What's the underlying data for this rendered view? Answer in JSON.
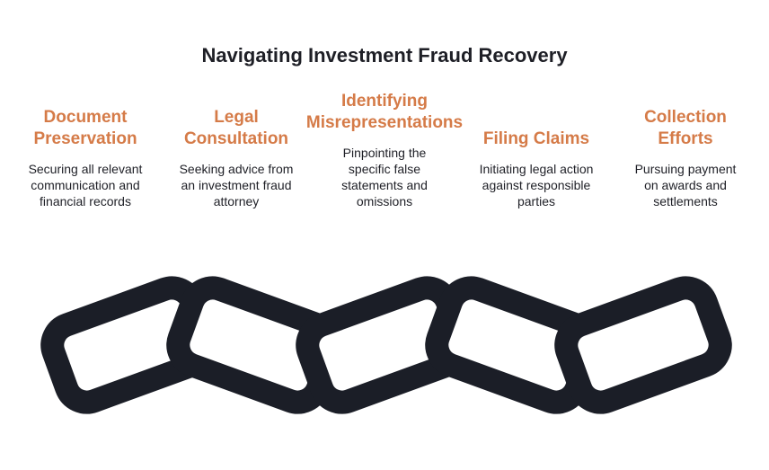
{
  "title": "Navigating Investment Fraud Recovery",
  "steps": [
    {
      "title_lines": [
        "Document",
        "Preservation"
      ],
      "desc_lines": [
        "Securing all relevant",
        "communication and",
        "financial records"
      ]
    },
    {
      "title_lines": [
        "Legal",
        "Consultation"
      ],
      "desc_lines": [
        "Seeking advice from",
        "an investment fraud",
        "attorney"
      ]
    },
    {
      "title_lines": [
        "Identifying",
        "Misrepresentations"
      ],
      "desc_lines": [
        "Pinpointing the",
        "specific false",
        "statements and",
        "omissions"
      ]
    },
    {
      "title_lines": [
        "Filing Claims"
      ],
      "desc_lines": [
        "Initiating legal action",
        "against responsible",
        "parties"
      ]
    },
    {
      "title_lines": [
        "Collection",
        "Efforts"
      ],
      "desc_lines": [
        "Pursuing payment",
        "on awards and",
        "settlements"
      ]
    }
  ],
  "colors": {
    "accent": "#d57b48",
    "chain": "#1b1e27",
    "text": "#1e1f26"
  },
  "icons": [
    "chain-link-icon"
  ]
}
